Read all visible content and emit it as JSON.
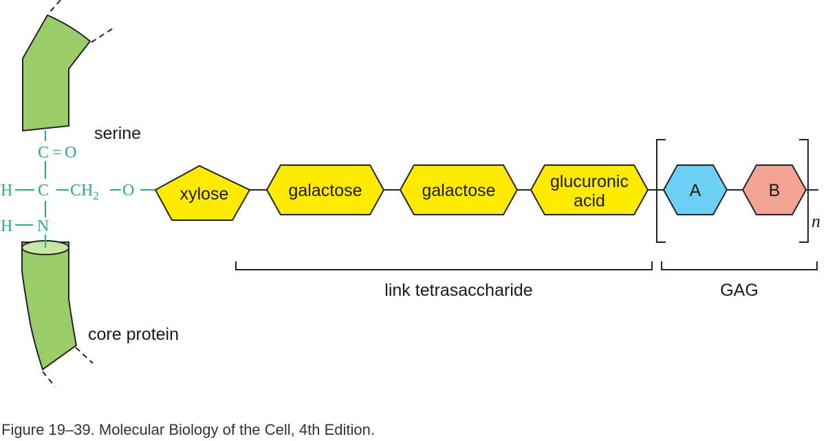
{
  "labels": {
    "serine": "serine",
    "core_protein": "core protein",
    "link": "link tetrasaccharide",
    "gag": "GAG",
    "repeat_n": "n",
    "caption": "Figure 19–39. Molecular Biology of the Cell, 4th Edition."
  },
  "chem": {
    "carbonyl_c": "C",
    "carbonyl_eq": "=",
    "carbonyl_o": "O",
    "h_left": "H",
    "alpha_c": "C",
    "ch2": "CH",
    "ch2_sub": "2",
    "o_link": "O",
    "nh_h": "H",
    "nh_n": "N"
  },
  "sugars": {
    "xylose": "xylose",
    "galactose1": "galactose",
    "galactose2": "galactose",
    "glucuronic_line1": "glucuronic",
    "glucuronic_line2": "acid",
    "unit_a": "A",
    "unit_b": "B"
  },
  "colors": {
    "protein_green": "#9acd6a",
    "sugar_yellow": "#ffea00",
    "unit_a_blue": "#6ccff4",
    "unit_b_salmon": "#f4a494",
    "chem_teal": "#2aa88a"
  }
}
